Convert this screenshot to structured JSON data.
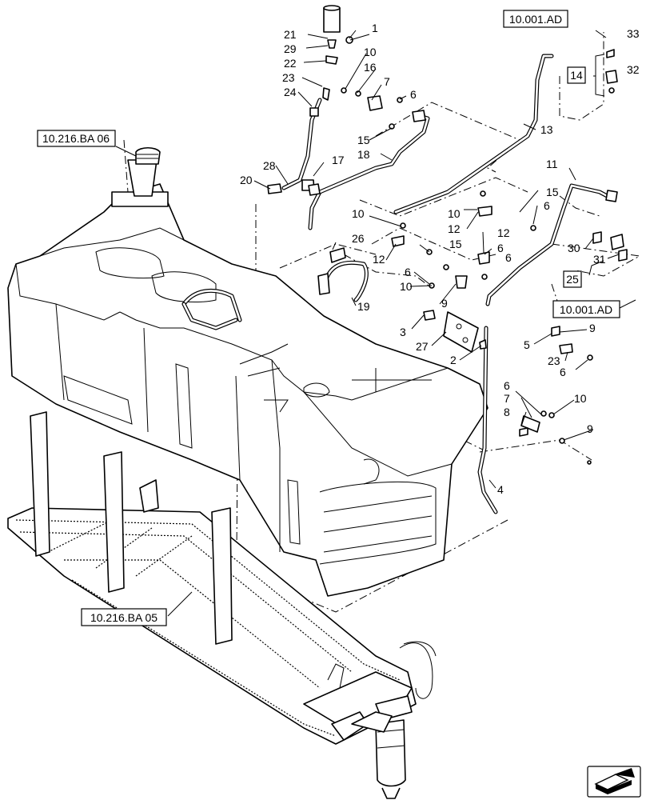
{
  "diagram": {
    "references": {
      "ref_fuel_neck": "10.216.BA 06",
      "ref_frame": "10.216.BA 05",
      "ref_top": "10.001.AD",
      "ref_mid": "10.001.AD"
    },
    "boxed_labels": {
      "box_14": "14",
      "box_25": "25"
    },
    "callouts": {
      "c1": "1",
      "c2": "2",
      "c3": "3",
      "c4": "4",
      "c5a": "5",
      "c6a": "6",
      "c6b": "6",
      "c6c": "6",
      "c6d": "6",
      "c6e": "6",
      "c6f": "6",
      "c6g": "6",
      "c7a": "7",
      "c7b": "7",
      "c8": "8",
      "c9a": "9",
      "c9b": "9",
      "c9c": "9",
      "c10a": "10",
      "c10b": "10",
      "c10c": "10",
      "c10d": "10",
      "c10e": "10",
      "c11": "11",
      "c12a": "12",
      "c12b": "12",
      "c12c": "12",
      "c13": "13",
      "c15a": "15",
      "c15b": "15",
      "c15c": "15",
      "c16": "16",
      "c17": "17",
      "c18": "18",
      "c19": "19",
      "c20": "20",
      "c21": "21",
      "c22": "22",
      "c23a": "23",
      "c23b": "23",
      "c24": "24",
      "c26": "26",
      "c27": "27",
      "c28": "28",
      "c29": "29",
      "c30": "30",
      "c31": "31",
      "c32": "32",
      "c33": "33"
    },
    "icons": {
      "nav_icon": "page-turn-arrow-icon"
    }
  }
}
